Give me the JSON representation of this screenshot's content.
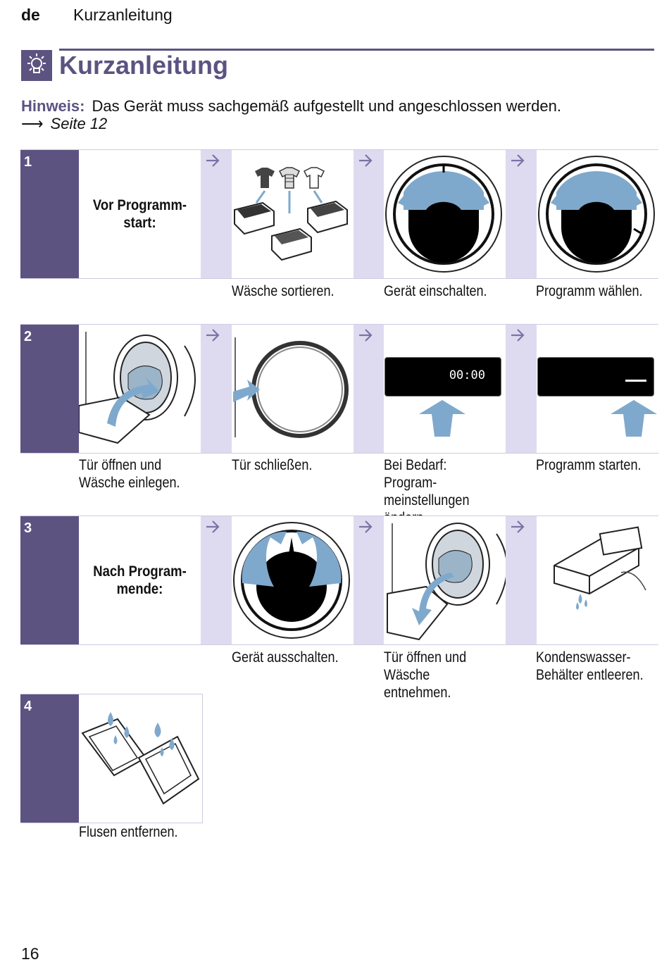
{
  "header": {
    "lang": "de",
    "section": "Kurzanleitung"
  },
  "title": "Kurzanleitung",
  "hint": {
    "label": "Hinweis:",
    "text": "Das Gerät muss sachgemäß aufgestellt und angeschlossen werden.",
    "arrow": "⟶",
    "ref": "Seite 12"
  },
  "steps": [
    {
      "number": "1",
      "label": "Vor Programm-\nstart:",
      "captions": [
        "Wäsche sortieren.",
        "Gerät einschalten.",
        "Programm wählen."
      ]
    },
    {
      "number": "2",
      "captions": [
        "Tür öffnen und\nWäsche einlegen.",
        "Tür schließen.",
        "Bei Bedarf: Program-\nmeinstellungen\nändern.",
        "Programm starten."
      ],
      "display_time": "00:00"
    },
    {
      "number": "3",
      "label": "Nach Program-\nmende:",
      "captions": [
        "Gerät ausschalten.",
        "Tür öffnen und\nWäsche entnehmen.",
        "Kondenswasser-\nBehälter entleeren."
      ]
    },
    {
      "number": "4",
      "captions": [
        "Flusen entfernen."
      ]
    }
  ],
  "page_number": "16",
  "colors": {
    "accent": "#5c5381",
    "strip": "#dedbf0",
    "arrow_blue": "#7fa9cc"
  },
  "icons": [
    "lightbulb-icon",
    "step-arrow-icon",
    "shirt-icon",
    "laundry-basket-icon",
    "dial-icon",
    "door-icon",
    "display-icon",
    "up-arrow-icon",
    "water-tank-icon",
    "lint-filter-icon"
  ]
}
